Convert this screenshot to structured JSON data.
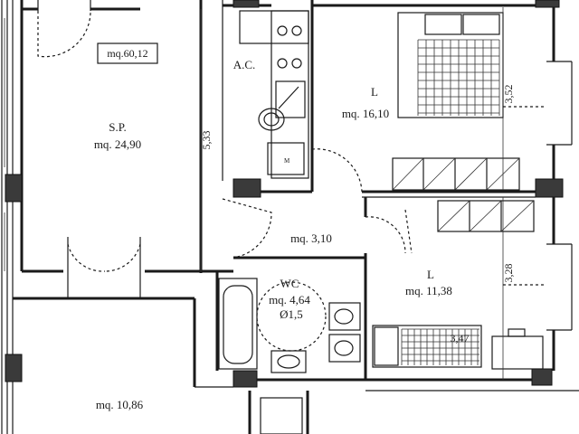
{
  "total_area": "mq.60,12",
  "rooms": {
    "soggiorno": {
      "name": "S.P.",
      "area": "mq. 24,90"
    },
    "angolo_cottura": {
      "name": "A.C."
    },
    "camera_grande": {
      "name": "L",
      "area": "mq. 16,10"
    },
    "disimpegno": {
      "area": "mq. 3,10"
    },
    "camera_piccola": {
      "name": "L",
      "area": "mq. 11,38"
    },
    "bagno": {
      "name": "WC",
      "area": "mq. 4,64",
      "turning_circle": "Ø1,5"
    },
    "stanza_inferiore": {
      "area": "mq. 10,86"
    }
  },
  "dimensions": {
    "soggiorno_depth": "5,33",
    "camera_grande_width": "3,52",
    "camera_piccola_width": "3,28",
    "camera_piccola_depth": "3,47"
  },
  "colors": {
    "wall": "#1a1a1a",
    "column": "#3a3a3a",
    "paper": "#ffffff"
  }
}
